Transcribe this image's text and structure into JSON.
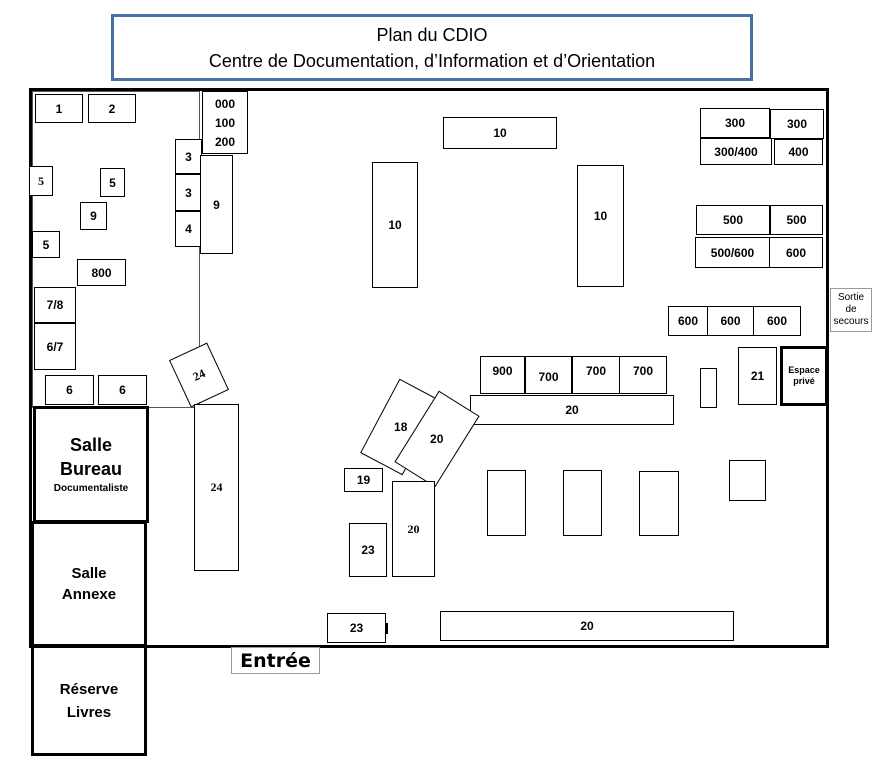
{
  "header": {
    "title": "Plan du CDIO",
    "subtitle": "Centre de Documentation, d’Information et d’Orientation"
  },
  "rooms": {
    "bureau_line1": "Salle",
    "bureau_line2": "Bureau",
    "bureau_line3": "Documentaliste",
    "annexe_line1": "Salle",
    "annexe_line2": "Annexe",
    "reserve_line1": "Réserve",
    "reserve_line2": "Livres",
    "prive_line1": "Espace",
    "prive_line2": "privé"
  },
  "entrance": "Entrée",
  "emergency_exit": {
    "line1": "Sortie",
    "line2": "de",
    "line3": "secours"
  },
  "shelves": {
    "s1": "1",
    "s2": "2",
    "s000": "000",
    "s100": "100",
    "s200": "200",
    "s3a": "3",
    "s3b": "3",
    "s4": "4",
    "s9_tall": "9",
    "s5_left": "5",
    "s5_mid": "5",
    "s9_small": "9",
    "s5_low": "5",
    "s800": "800",
    "s78": "7/8",
    "s67": "6/7",
    "s6a": "6",
    "s6b": "6",
    "s24_tilted": "24",
    "s24_long": "24",
    "s10_top": "10",
    "s10_left": "10",
    "s10_right": "10",
    "s300a": "300",
    "s300b": "300",
    "s300400": "300/400",
    "s400": "400",
    "s500a": "500",
    "s500b": "500",
    "s500600": "500/600",
    "s600a": "600",
    "s600b": "600",
    "s600c": "600",
    "s600d": "600",
    "s900": "900",
    "s700a": "700",
    "s700b": "700",
    "s700c": "700",
    "s20_long_mid": "20",
    "s18": "18",
    "s20_tilted": "20",
    "s19": "19",
    "s20_vertical": "20",
    "s23_upper": "23",
    "s23_lower": "23",
    "s20_bottom": "20",
    "s21": "21"
  }
}
